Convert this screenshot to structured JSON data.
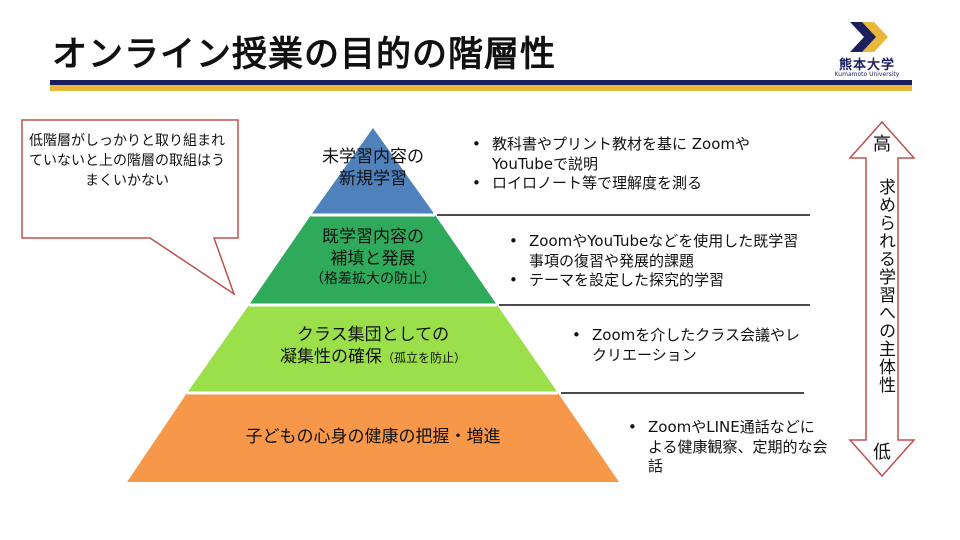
{
  "slide": {
    "title": "オンライン授業の目的の階層性"
  },
  "logo": {
    "name_jp": "熊本大学",
    "name_en": "Kumamoto University",
    "colors": {
      "navy": "#1b1f5e",
      "gold": "#e9b83a"
    }
  },
  "callout": {
    "text": "低階層がしっかりと取り組まれていないと上の階層の取組はうまくいかない"
  },
  "pyramid": {
    "levels": [
      {
        "label_lines": [
          "未学習内容の",
          "新規学習"
        ],
        "sub": "",
        "color": "#4f81bd",
        "bullets": [
          "教科書やプリント教材を基に ZoomやYouTubeで説明",
          "ロイロノート等で理解度を測る"
        ]
      },
      {
        "label_lines": [
          "既学習内容の",
          "補填と発展"
        ],
        "sub": "（格差拡大の防止）",
        "color": "#2eaa5a",
        "bullets": [
          "ZoomやYouTubeなどを使用した既学習事項の復習や発展的課題",
          "テーマを設定した探究的学習"
        ]
      },
      {
        "label_lines": [
          "クラス集団としての",
          "凝集性の確保"
        ],
        "sub": "（孤立を防止）",
        "color": "#9be04a",
        "bullets": [
          "Zoomを介したクラス会議やレクリエーション"
        ]
      },
      {
        "label_lines": [
          "子どもの心身の健康の把握・増進"
        ],
        "sub": "",
        "color": "#f6974a",
        "bullets": [
          "ZoomやLINE通話などによる健康観察、定期的な会話"
        ]
      }
    ]
  },
  "scale_arrow": {
    "top": "高",
    "label": "求められる学習への主体性",
    "bottom": "低"
  }
}
